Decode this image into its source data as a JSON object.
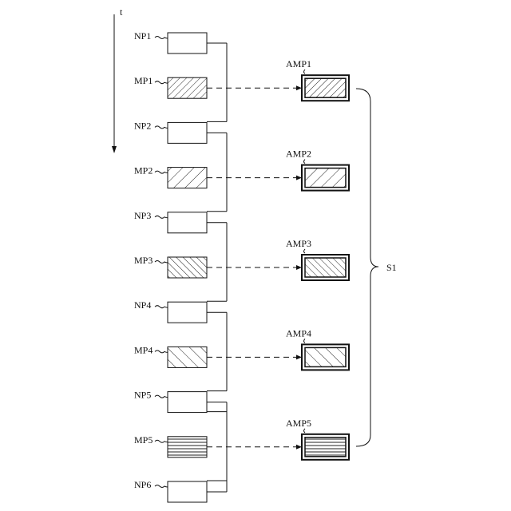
{
  "time_axis": {
    "label": "t"
  },
  "left_blocks": [
    {
      "label": "NP1",
      "kind": "plain"
    },
    {
      "label": "MP1",
      "kind": "hatch-right"
    },
    {
      "label": "NP2",
      "kind": "plain"
    },
    {
      "label": "MP2",
      "kind": "hatch-right-sparse"
    },
    {
      "label": "NP3",
      "kind": "plain"
    },
    {
      "label": "MP3",
      "kind": "hatch-left"
    },
    {
      "label": "NP4",
      "kind": "plain"
    },
    {
      "label": "MP4",
      "kind": "hatch-left-sparse"
    },
    {
      "label": "NP5",
      "kind": "plain"
    },
    {
      "label": "MP5",
      "kind": "horizontal"
    },
    {
      "label": "NP6",
      "kind": "plain"
    }
  ],
  "amp_blocks": [
    {
      "label": "AMP1",
      "kind": "hatch-right"
    },
    {
      "label": "AMP2",
      "kind": "hatch-right-sparse"
    },
    {
      "label": "AMP3",
      "kind": "hatch-left"
    },
    {
      "label": "AMP4",
      "kind": "hatch-left-sparse"
    },
    {
      "label": "AMP5",
      "kind": "horizontal"
    }
  ],
  "group": {
    "label": "S1"
  }
}
